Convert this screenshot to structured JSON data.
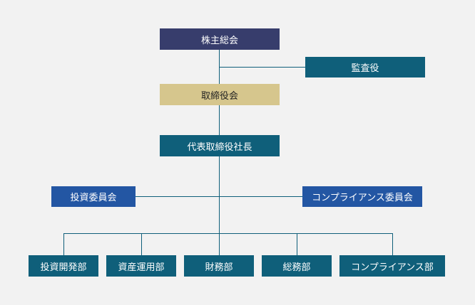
{
  "org": {
    "shareholders": "株主総会",
    "auditor": "監査役",
    "board": "取締役会",
    "president": "代表取締役社長",
    "investment_committee": "投資委員会",
    "compliance_committee": "コンプライアンス委員会",
    "departments": [
      "投資開発部",
      "資産運用部",
      "財務部",
      "総務部",
      "コンプライアンス部"
    ]
  },
  "colors": {
    "navy": "#373d6c",
    "teal": "#0f5f7a",
    "gold": "#d6c68d",
    "blue": "#2356a3",
    "background": "#f2f2f2"
  }
}
